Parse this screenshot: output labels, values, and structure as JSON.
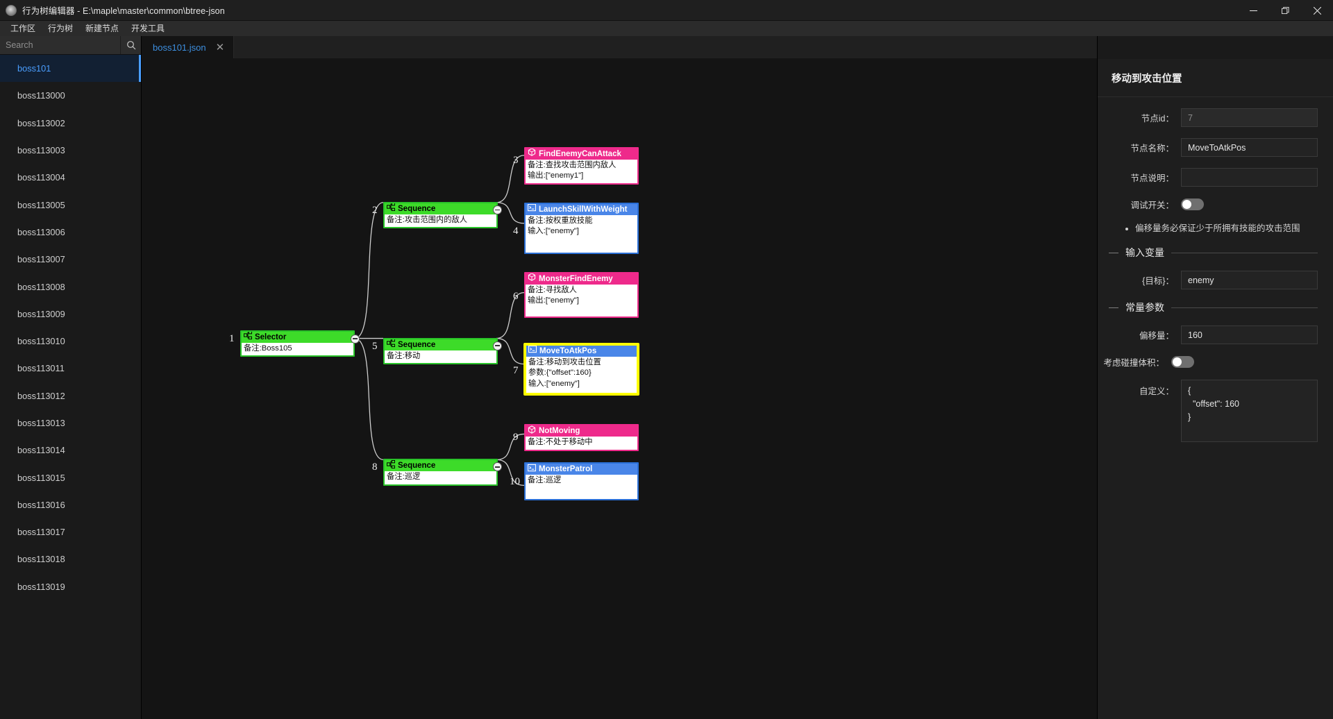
{
  "window": {
    "title": "行为树编辑器 - E:\\maple\\master\\common\\btree-json",
    "app_icon": "app-logo-icon",
    "minimize": "–",
    "maximize": "❐",
    "close": "✕"
  },
  "menubar": {
    "items": [
      {
        "label": "工作区"
      },
      {
        "label": "行为树"
      },
      {
        "label": "新建节点"
      },
      {
        "label": "开发工具"
      }
    ]
  },
  "sidebar": {
    "search": {
      "placeholder": "Search",
      "value": "",
      "icon": "search-icon"
    },
    "items": [
      {
        "label": "boss101",
        "selected": true
      },
      {
        "label": "boss113000",
        "selected": false
      },
      {
        "label": "boss113002",
        "selected": false
      },
      {
        "label": "boss113003",
        "selected": false
      },
      {
        "label": "boss113004",
        "selected": false
      },
      {
        "label": "boss113005",
        "selected": false
      },
      {
        "label": "boss113006",
        "selected": false
      },
      {
        "label": "boss113007",
        "selected": false
      },
      {
        "label": "boss113008",
        "selected": false
      },
      {
        "label": "boss113009",
        "selected": false
      },
      {
        "label": "boss113010",
        "selected": false
      },
      {
        "label": "boss113011",
        "selected": false
      },
      {
        "label": "boss113012",
        "selected": false
      },
      {
        "label": "boss113013",
        "selected": false
      },
      {
        "label": "boss113014",
        "selected": false
      },
      {
        "label": "boss113015",
        "selected": false
      },
      {
        "label": "boss113016",
        "selected": false
      },
      {
        "label": "boss113017",
        "selected": false
      },
      {
        "label": "boss113018",
        "selected": false
      },
      {
        "label": "boss113019",
        "selected": false
      }
    ]
  },
  "tabs": [
    {
      "label": "boss101.json",
      "close": "✕",
      "active": true
    }
  ],
  "tree": {
    "nodes": [
      {
        "num": "1",
        "kind": "green",
        "icon": "composite-node-icon",
        "title": "Selector",
        "lines": [
          "备注:Boss105"
        ],
        "selected": false
      },
      {
        "num": "2",
        "kind": "green",
        "icon": "composite-node-icon",
        "title": "Sequence",
        "lines": [
          "备注:攻击范围内的敌人"
        ],
        "selected": false
      },
      {
        "num": "3",
        "kind": "pink",
        "icon": "condition-node-icon",
        "title": "FindEnemyCanAttack",
        "lines": [
          "备注:查找攻击范围内敌人",
          "输出:[\"enemy1\"]"
        ],
        "selected": false
      },
      {
        "num": "4",
        "kind": "blue",
        "icon": "action-node-icon",
        "title": "LaunchSkillWithWeight",
        "lines": [
          "备注:按权重放技能",
          "输入:[\"enemy\"]"
        ],
        "selected": false
      },
      {
        "num": "5",
        "kind": "green",
        "icon": "composite-node-icon",
        "title": "Sequence",
        "lines": [
          "备注:移动"
        ],
        "selected": false
      },
      {
        "num": "6",
        "kind": "pink",
        "icon": "condition-node-icon",
        "title": "MonsterFindEnemy",
        "lines": [
          "备注:寻找敌人",
          "输出:[\"enemy\"]"
        ],
        "selected": false
      },
      {
        "num": "7",
        "kind": "blue",
        "icon": "action-node-icon",
        "title": "MoveToAtkPos",
        "lines": [
          "备注:移动到攻击位置",
          "参数:{\"offset\":160}",
          "输入:[\"enemy\"]"
        ],
        "selected": true
      },
      {
        "num": "8",
        "kind": "green",
        "icon": "composite-node-icon",
        "title": "Sequence",
        "lines": [
          "备注:巡逻"
        ],
        "selected": false
      },
      {
        "num": "9",
        "kind": "pink",
        "icon": "condition-node-icon",
        "title": "NotMoving",
        "lines": [
          "备注:不处于移动中"
        ],
        "selected": false
      },
      {
        "num": "10",
        "kind": "blue",
        "icon": "action-node-icon",
        "title": "MonsterPatrol",
        "lines": [
          "备注:巡逻"
        ],
        "selected": false
      }
    ]
  },
  "properties": {
    "title": "移动到攻击位置",
    "node_id": {
      "label": "节点id：",
      "value": "7"
    },
    "node_name": {
      "label": "节点名称：",
      "value": "MoveToAtkPos"
    },
    "node_desc": {
      "label": "节点说明：",
      "value": ""
    },
    "debug_switch": {
      "label": "调试开关：",
      "state": "off"
    },
    "notes": [
      "偏移量务必保证少于所拥有技能的攻击范围"
    ],
    "input_section": {
      "title": "输入变量"
    },
    "input_target": {
      "label": "{目标}：",
      "value": "enemy"
    },
    "const_section": {
      "title": "常量参数"
    },
    "offset": {
      "label": "偏移量：",
      "value": "160"
    },
    "collision": {
      "label": "考虑碰撞体积：",
      "state": "off"
    },
    "custom": {
      "label": "自定义：",
      "value": "{\n  \"offset\": 160\n}"
    }
  },
  "colors": {
    "accent": "#4a9eff",
    "green": "#3ddb29",
    "pink": "#ee2a8b",
    "blue": "#4a86e8",
    "selected_border": "#ffff00",
    "background": "#141414"
  }
}
